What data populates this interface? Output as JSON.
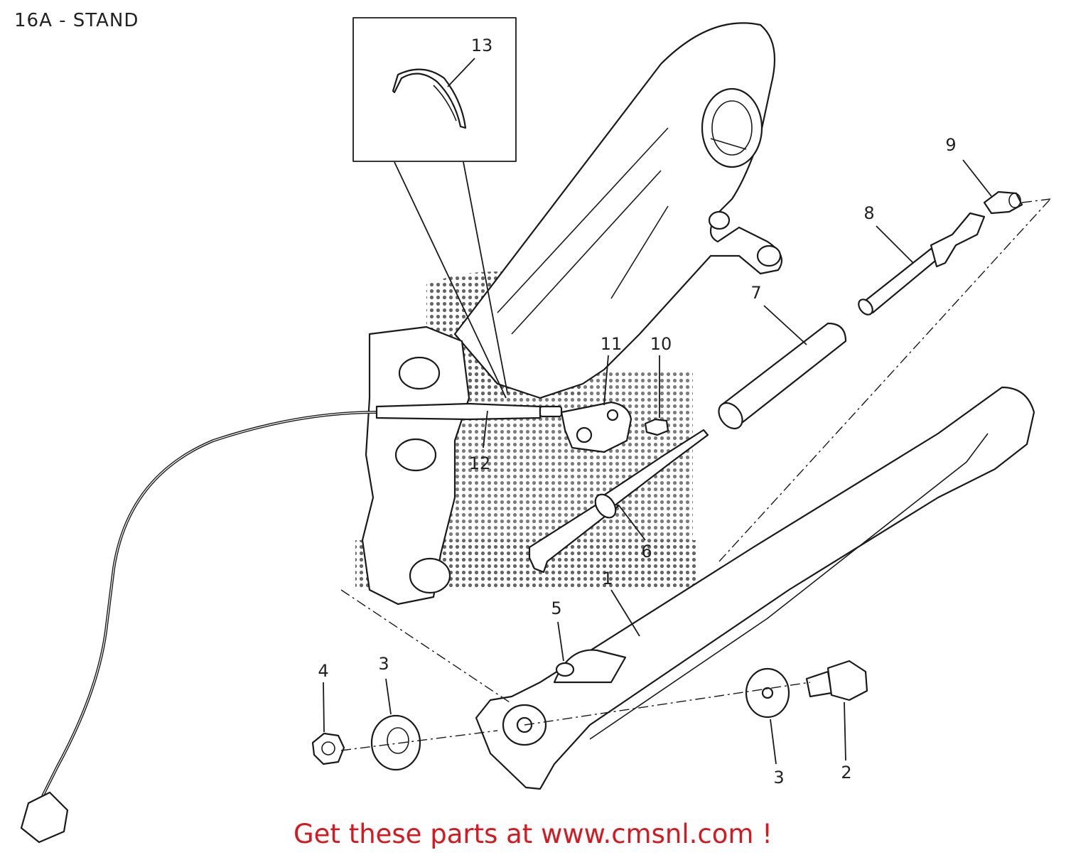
{
  "title": "16A - STAND",
  "footer": "Get these parts at www.cmsnl.com !",
  "watermark": {
    "color": "#555555"
  },
  "footer_color": "#d6181f",
  "callouts": [
    "13",
    "11",
    "10",
    "12",
    "9",
    "8",
    "7",
    "6",
    "1",
    "5",
    "4",
    "3",
    "3",
    "2"
  ]
}
